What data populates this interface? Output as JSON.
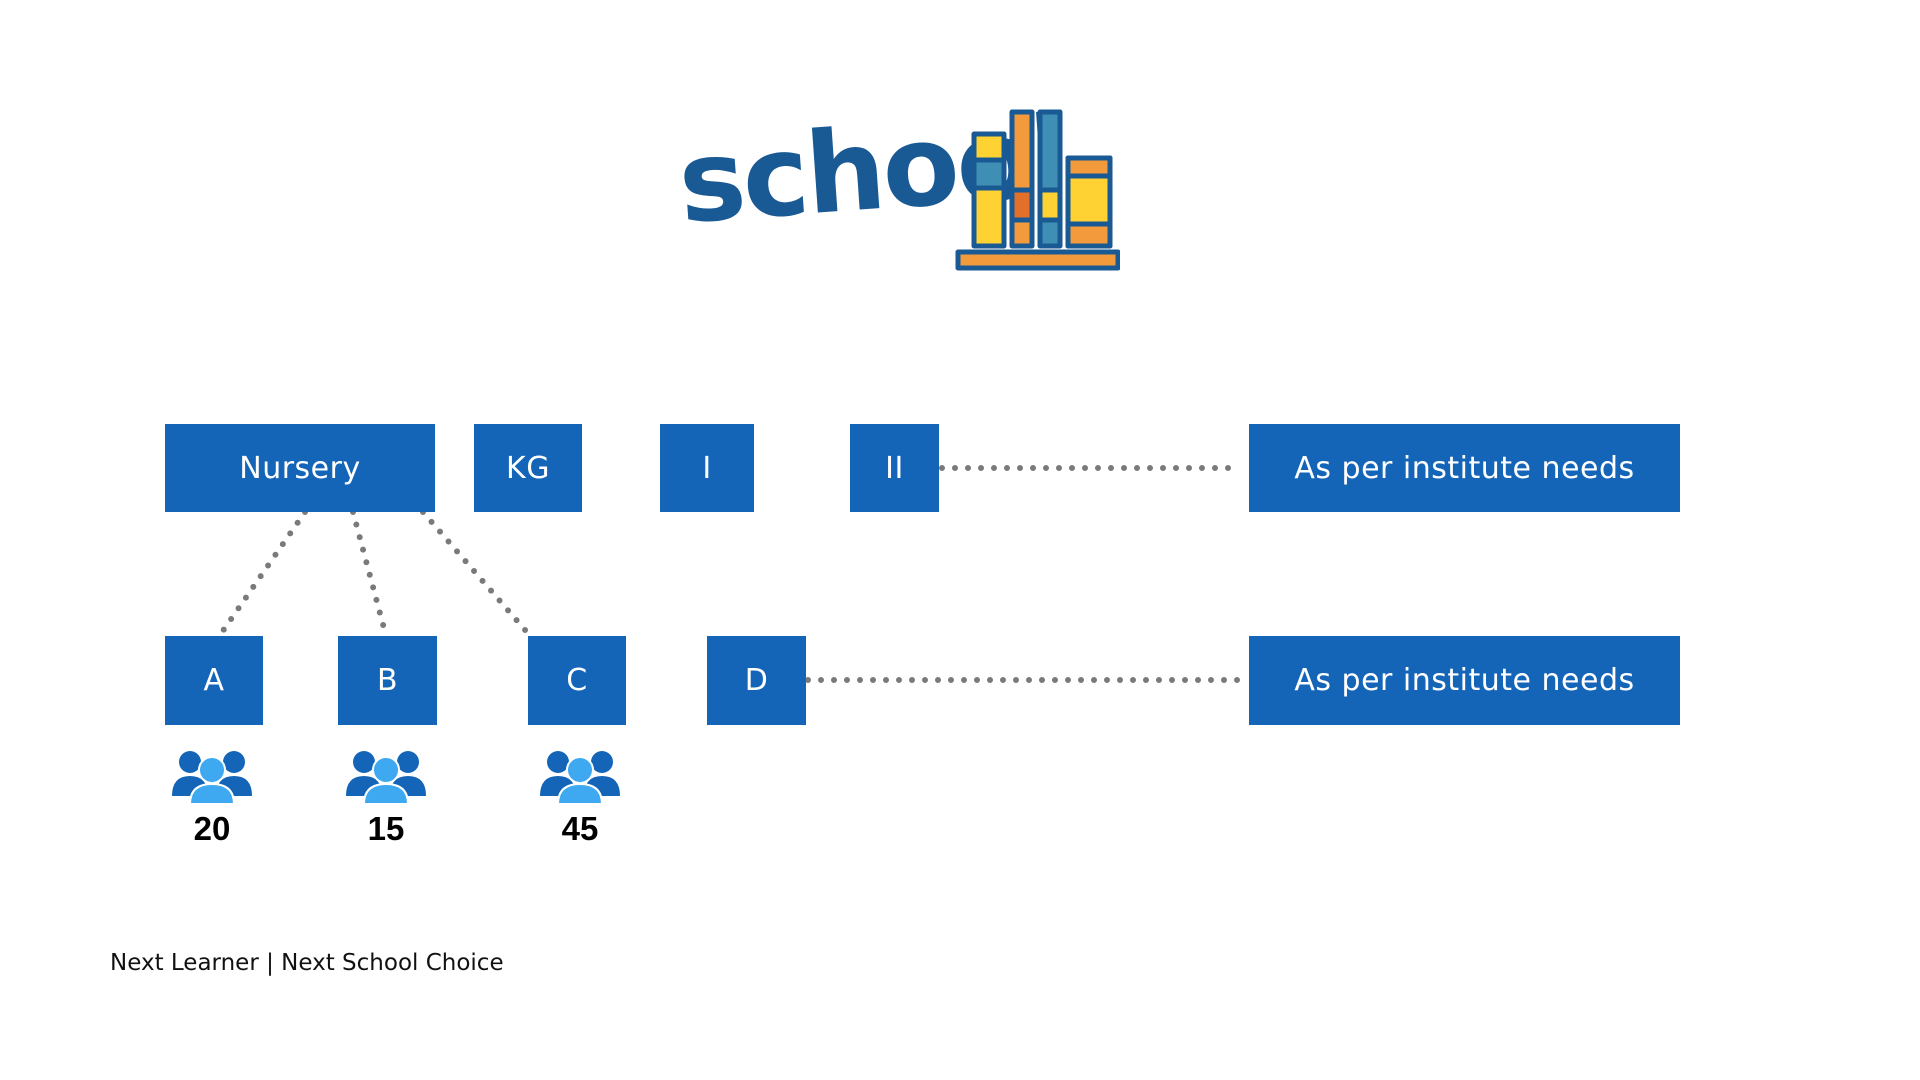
{
  "logo": {
    "text": "school",
    "icon": "books-on-shelf-icon"
  },
  "grades": [
    {
      "label": "Nursery"
    },
    {
      "label": "KG"
    },
    {
      "label": "I"
    },
    {
      "label": "II"
    },
    {
      "label": "As per institute needs"
    }
  ],
  "sections": [
    {
      "label": "A",
      "count": "20"
    },
    {
      "label": "B",
      "count": "15"
    },
    {
      "label": "C",
      "count": "45"
    },
    {
      "label": "D"
    },
    {
      "label": "As per institute needs"
    }
  ],
  "student_icon": "group-of-people-icon",
  "footer": "Next Learner | Next School Choice",
  "colors": {
    "box": "#1465b8",
    "connector": "#7a7a7a",
    "logo": "#1a5a94",
    "people_front": "#3ea8f0",
    "people_back": "#1465b8",
    "book_yellow": "#ffd233",
    "book_orange": "#f39a3c",
    "book_blue": "#3f8fb5"
  }
}
